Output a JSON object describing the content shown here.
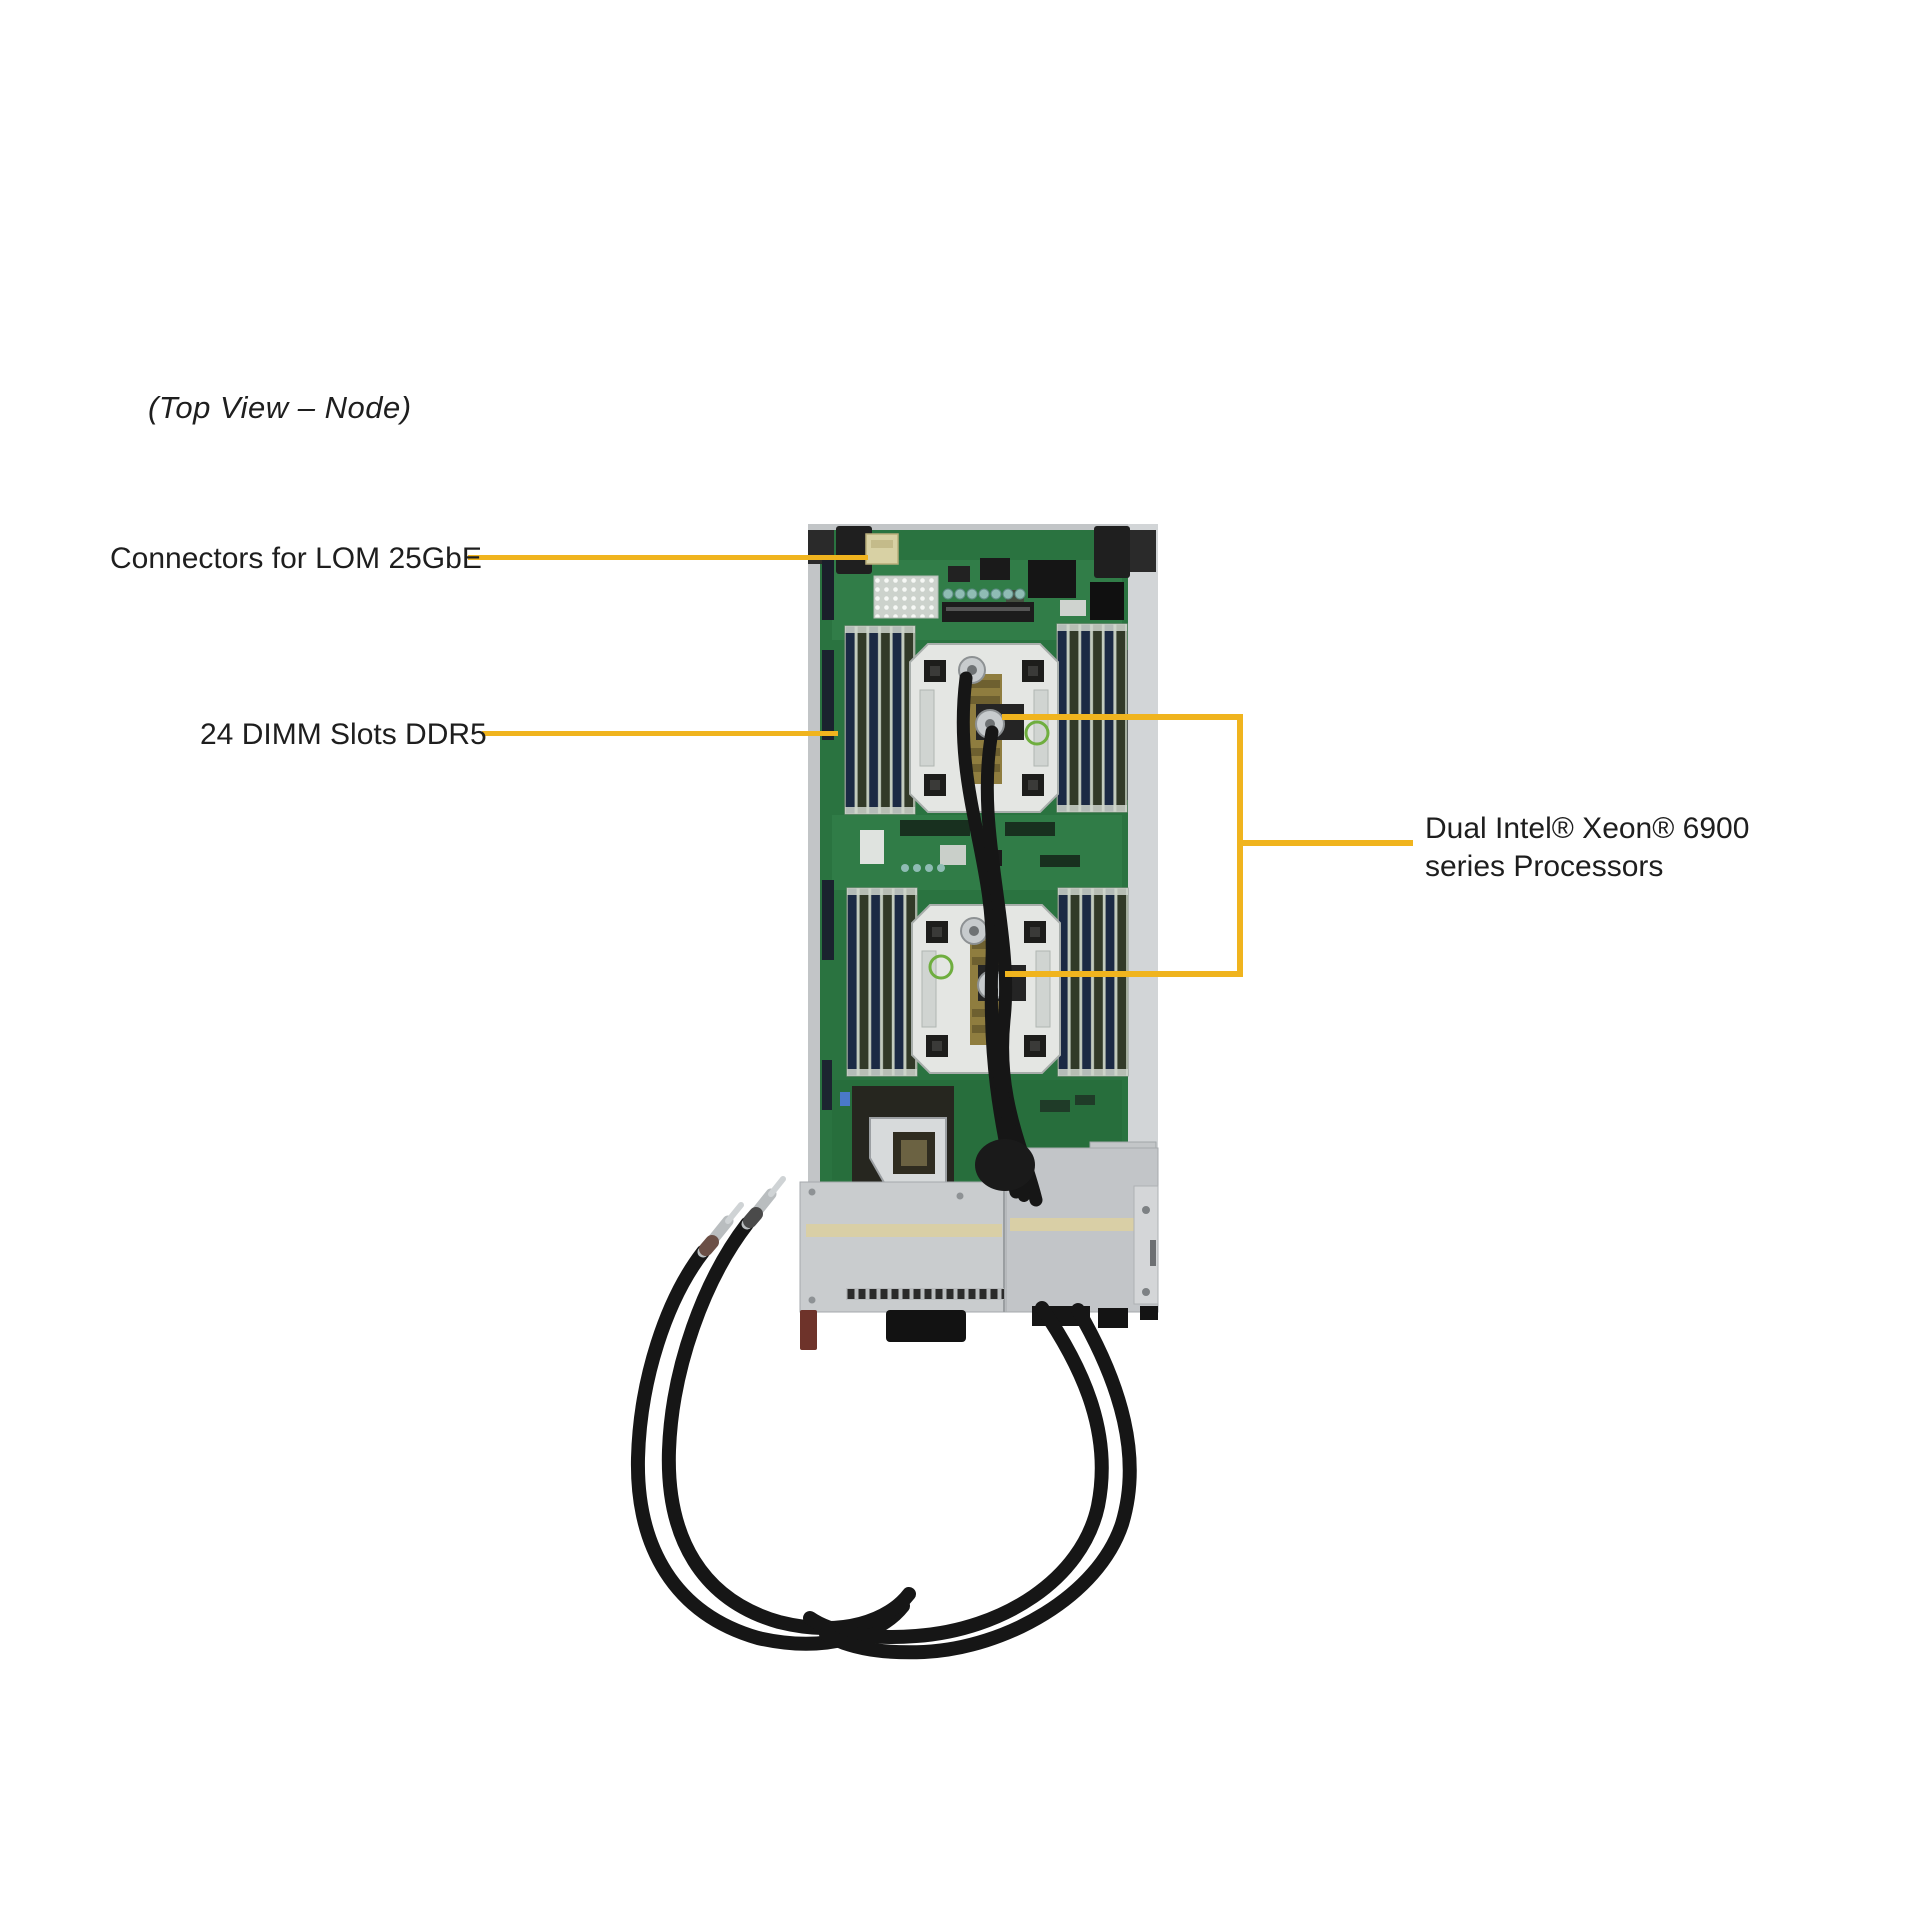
{
  "figure": {
    "title": "(Top View – Node)"
  },
  "annotations": {
    "lom": {
      "label": "Connectors for LOM 25GbE"
    },
    "dimm": {
      "label": "24 DIMM Slots DDR5"
    },
    "processors": {
      "label_line1": "Dual Intel® Xeon® 6900",
      "label_line2": "series Processors"
    }
  },
  "colors": {
    "annotation_line": "#F0B41E",
    "label_text": "#1E1E1E",
    "pcb_green": "#2E7B45",
    "dimm_slot_navy": "#1B2A44",
    "cooler_plate": "#E4E6E3",
    "chassis_gray": "#C9CCCE",
    "tube_black": "#161616"
  }
}
